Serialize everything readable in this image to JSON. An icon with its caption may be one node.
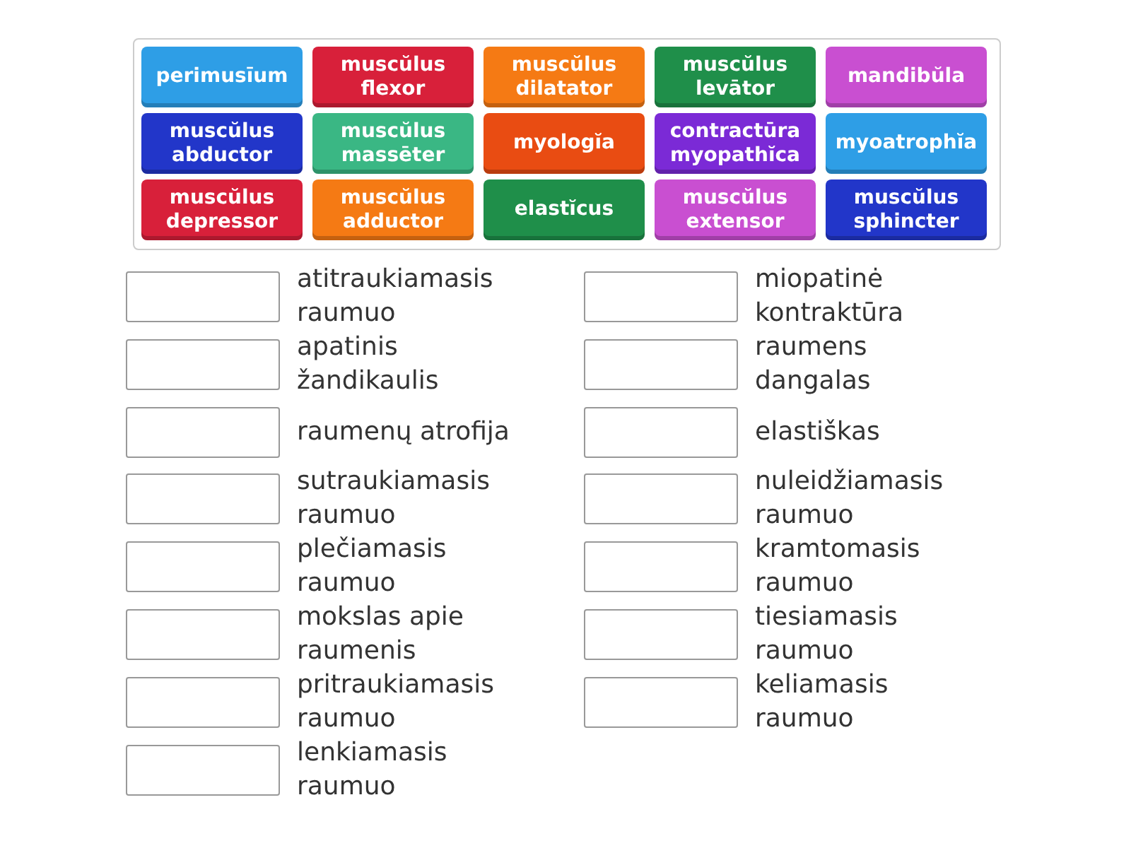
{
  "diagram": {
    "nodes": [
      {
        "text": [
          "perimusīum"
        ]
      },
      {
        "text": [
          "muscŭlus flexor"
        ]
      },
      {
        "text": [
          "muscŭlus dilatator"
        ]
      },
      {
        "text": [
          "muscŭlus levātor"
        ]
      },
      {
        "text": [
          "mandibŭla"
        ]
      },
      {
        "text": [
          "muscŭlus abductor"
        ]
      },
      {
        "text": [
          "muscŭlus massēter"
        ]
      },
      {
        "text": [
          "myologĭa"
        ]
      },
      {
        "text": [
          "contractūra myopathĭca"
        ]
      },
      {
        "text": [
          "myoatrophĭa"
        ]
      },
      {
        "text": [
          "muscŭlus depressor"
        ]
      },
      {
        "text": [
          "muscŭlus adductor"
        ]
      },
      {
        "text": [
          "elastĭcus"
        ]
      },
      {
        "text": [
          "muscŭlus extensor"
        ]
      },
      {
        "text": [
          "muscŭlus sphincter"
        ]
      },
      {
        "text": [],
        "shape": "box",
        "beside": [
          "atitraukiamasis raumuo"
        ]
      },
      {
        "text": [],
        "shape": "box",
        "beside": [
          "miopatinė kontraktūra"
        ]
      },
      {
        "text": [],
        "shape": "box",
        "beside": [
          "apatinis žandikaulis"
        ]
      },
      {
        "text": [],
        "shape": "box",
        "beside": [
          "raumens dangalas"
        ]
      },
      {
        "text": [],
        "shape": "box",
        "beside": [
          "raumenų atrofija"
        ]
      },
      {
        "text": [],
        "shape": "box",
        "beside": [
          "elastiškas"
        ]
      },
      {
        "text": [],
        "shape": "box",
        "beside": [
          "sutraukiamasis raumuo"
        ]
      },
      {
        "text": [],
        "shape": "box",
        "beside": [
          "nuleidžiamasis raumuo"
        ]
      },
      {
        "text": [],
        "shape": "box",
        "beside": [
          "plečiamasis raumuo"
        ]
      },
      {
        "text": [],
        "shape": "box",
        "beside": [
          "kramtomasis raumuo"
        ]
      },
      {
        "text": [],
        "shape": "box",
        "beside": [
          "mokslas apie raumenis"
        ]
      },
      {
        "text": [],
        "shape": "box",
        "beside": [
          "tiesiamasis raumuo"
        ]
      },
      {
        "text": [],
        "shape": "box",
        "beside": [
          "pritraukiamasis raumuo"
        ]
      },
      {
        "text": [],
        "shape": "box",
        "beside": [
          "keliamasis raumuo"
        ]
      },
      {
        "text": [],
        "shape": "box",
        "beside": [
          "lenkiamasis raumuo"
        ]
      }
    ],
    "edges": []
  }
}
